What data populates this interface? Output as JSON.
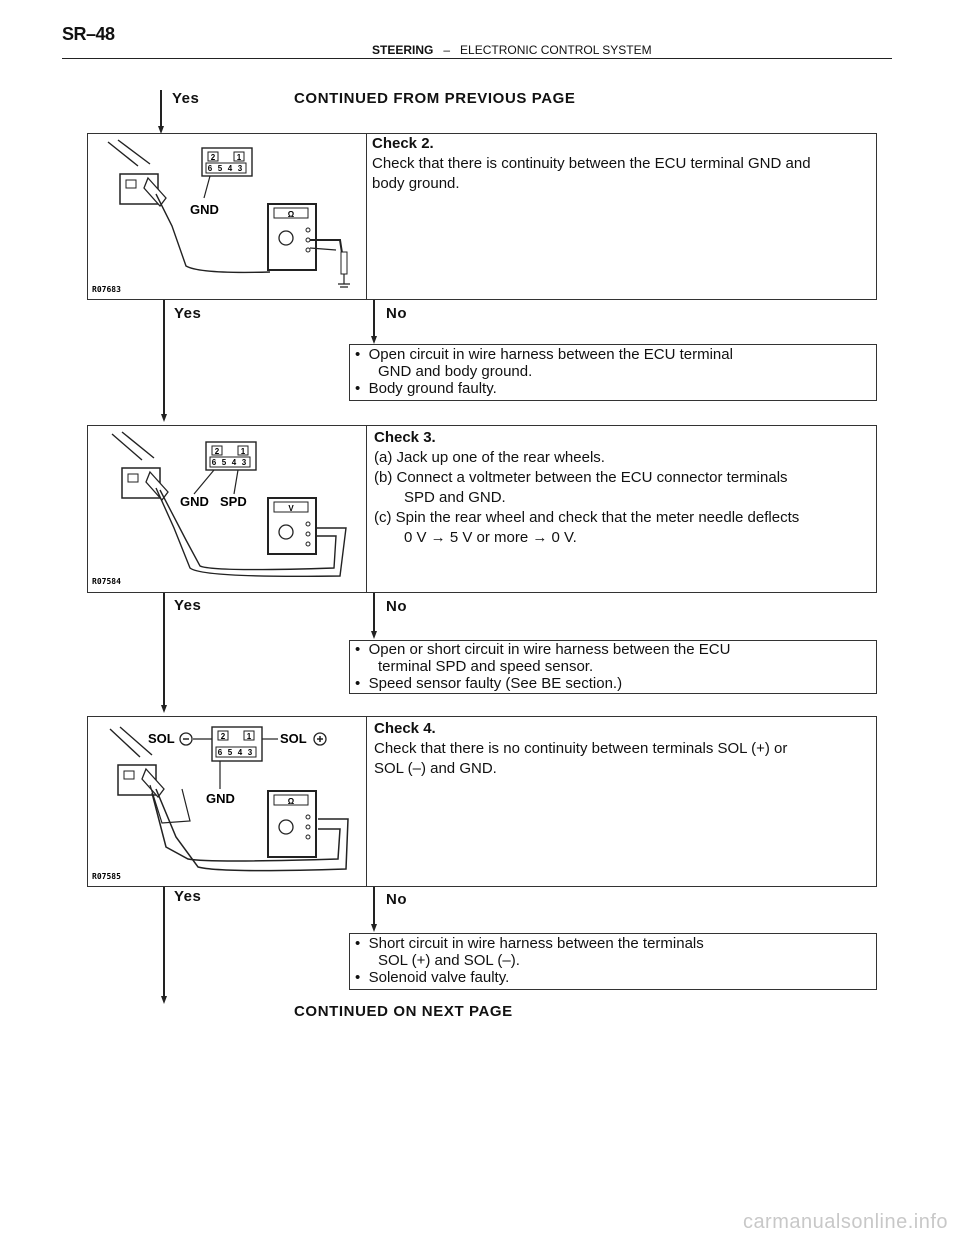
{
  "header": {
    "page_number": "SR–48",
    "section": "STEERING",
    "separator": "–",
    "subsection": "ELECTRONIC CONTROL SYSTEM"
  },
  "flow": {
    "top_yes": "Yes",
    "continued_from": "CONTINUED FROM PREVIOUS PAGE",
    "continued_on": "CONTINUED ON NEXT PAGE",
    "yes": "Yes",
    "no": "No"
  },
  "checks": [
    {
      "figure_code": "R07683",
      "title": "Check 2.",
      "lines": [
        "Check that there is continuity between the ECU terminal GND and",
        "body ground."
      ],
      "figure_labels": {
        "gnd": "GND",
        "pins_top": [
          "2",
          "1"
        ],
        "pins_bottom": [
          "6",
          "5",
          "4",
          "3"
        ],
        "meter": "Ω"
      }
    },
    {
      "figure_code": "R07584",
      "title": "Check 3.",
      "lines": [
        "(a)  Jack up one of the rear wheels.",
        "(b)  Connect a voltmeter between the ECU connector terminals",
        "SPD and GND.",
        "(c)  Spin the rear wheel and check that the meter needle deflects",
        "0 V → 5 V or more → 0 V."
      ],
      "figure_labels": {
        "gnd": "GND",
        "spd": "SPD",
        "pins_top": [
          "2",
          "1"
        ],
        "pins_bottom": [
          "6",
          "5",
          "4",
          "3"
        ],
        "meter": "V"
      }
    },
    {
      "figure_code": "R07585",
      "title": "Check 4.",
      "lines": [
        "Check that there is no continuity between terminals SOL (+) or",
        "SOL (–) and GND."
      ],
      "figure_labels": {
        "sol_minus": "SOL",
        "sol_plus": "SOL",
        "gnd": "GND",
        "pins_top": [
          "2",
          "1"
        ],
        "pins_bottom": [
          "6",
          "5",
          "4",
          "3"
        ],
        "meter": "Ω"
      }
    }
  ],
  "results": [
    {
      "items": [
        {
          "bullet": "•",
          "first": "Open circuit in wire harness between the ECU terminal",
          "cont": "GND and body ground."
        },
        {
          "bullet": "•",
          "first": "Body ground faulty.",
          "cont": ""
        }
      ]
    },
    {
      "items": [
        {
          "bullet": "•",
          "first": "Open or short circuit in wire harness between the ECU",
          "cont": "terminal SPD and speed sensor."
        },
        {
          "bullet": "•",
          "first": "Speed sensor faulty (See BE section.)",
          "cont": ""
        }
      ]
    },
    {
      "items": [
        {
          "bullet": "•",
          "first": "Short circuit in wire harness between the terminals",
          "cont": "SOL (+) and SOL (–)."
        },
        {
          "bullet": "•",
          "first": "Solenoid valve faulty.",
          "cont": ""
        }
      ]
    }
  ],
  "watermark": "carmanualsonline.info"
}
